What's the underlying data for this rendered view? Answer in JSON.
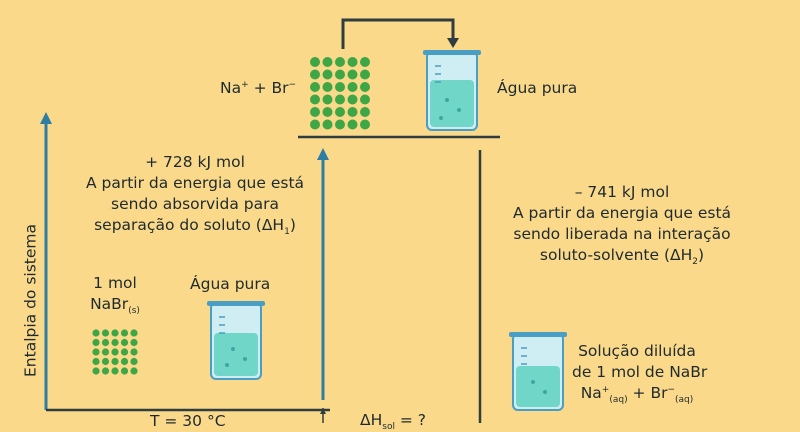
{
  "colors": {
    "background": "#fad98a",
    "line": "#2f3d40",
    "arrow_blue": "#2e7ea3",
    "dot_green": "#3fa646",
    "beaker_liquid": "#6fd6c8",
    "beaker_glass": "#cfeef4",
    "beaker_rim": "#4a9ec4"
  },
  "top": {
    "ions_label": {
      "na": "Na",
      "na_sup": "+",
      "plus": " + ",
      "br": "Br",
      "br_sup": "−"
    },
    "water_label": "Água pura"
  },
  "left_step": {
    "energy": "+ 728 kJ mol",
    "line1": "A partir da energia que está",
    "line2": "sendo absorvida para",
    "line3_pre": "separação do soluto (ΔH",
    "line3_sub": "1",
    "line3_post": ")"
  },
  "right_step": {
    "energy": "– 741 kJ mol",
    "line1": "A partir da energia que está",
    "line2": "sendo liberada na interação",
    "line3_pre": "soluto-solvente (ΔH",
    "line3_sub": "2",
    "line3_post": ")"
  },
  "start": {
    "amount": "1 mol",
    "formula": "NaBr",
    "formula_sub": "(s)",
    "water_label": "Água pura"
  },
  "end": {
    "line1": "Solução diluída",
    "line2": "de 1 mol de NaBr",
    "na": "Na",
    "na_sup": "+",
    "na_sub": "(aq)",
    "plus": " + ",
    "br": "Br",
    "br_sup": "−",
    "br_sub": "(aq)"
  },
  "axis": {
    "y_label": "Entalpia do sistema"
  },
  "bottom": {
    "temperature": "T = 30 °C",
    "delta_pre": "ΔH",
    "delta_sub": "sol",
    "delta_post": " = ?"
  }
}
